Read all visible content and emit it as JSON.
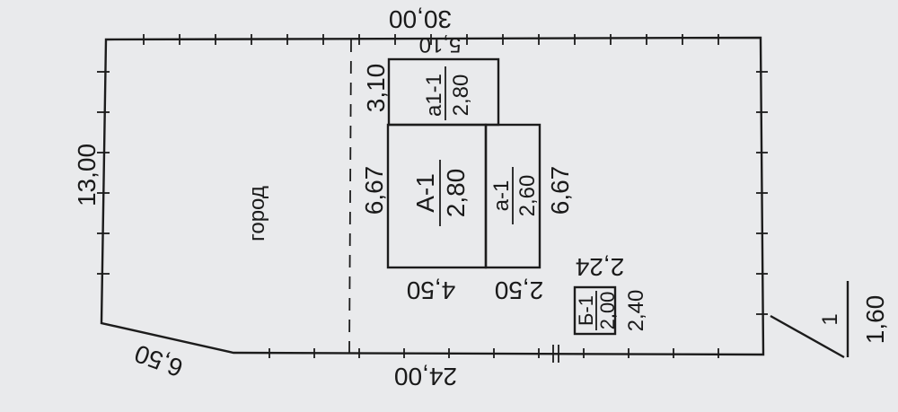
{
  "plot": {
    "dim_top": "30,00",
    "dim_bottom": "24,00",
    "dim_left": "13,00",
    "dim_bottom_left": "6,50",
    "garden_label": "город"
  },
  "buildings": {
    "a1_1": {
      "name": "а1-1",
      "height": "2,80",
      "dim_length": "3,10",
      "dim_width": "5,10"
    },
    "A_1": {
      "name": "А-1",
      "height": "2,80",
      "dim_length": "6,67",
      "dim_width": "4,50"
    },
    "a_1": {
      "name": "а-1",
      "height": "2,60",
      "dim_length": "6,67",
      "dim_width": "2,50"
    },
    "B_1": {
      "name": "Б-1",
      "height": "2,00",
      "dim_length": "2,24",
      "dim_width": "2,40"
    }
  },
  "scale": {
    "numerator": "1",
    "denominator": "1,60"
  }
}
